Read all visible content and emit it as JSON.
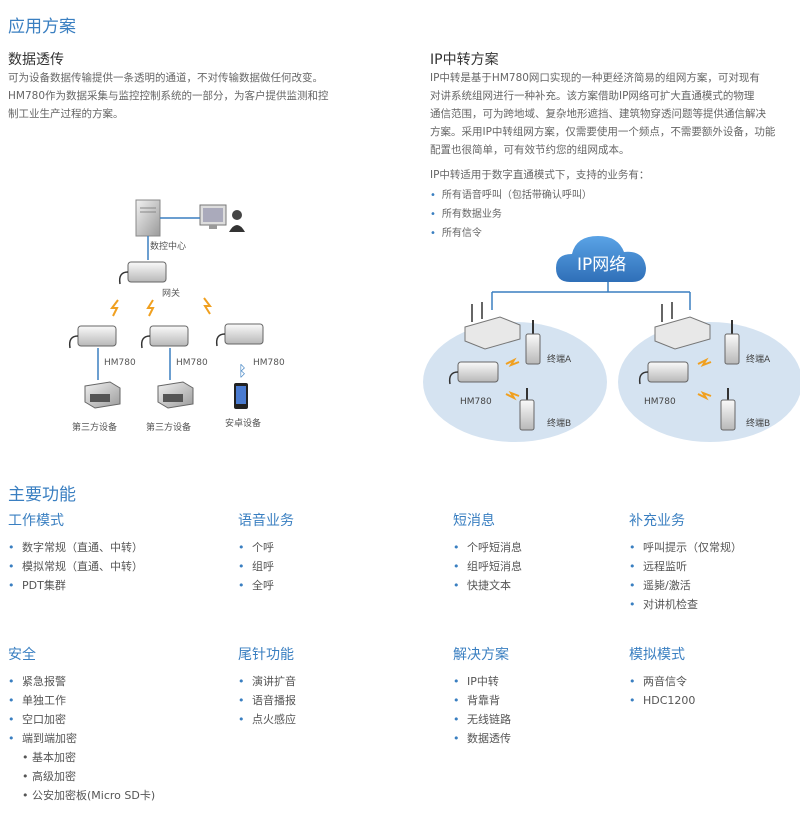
{
  "solution": {
    "title": "应用方案",
    "data_transfer": {
      "title": "数据透传",
      "lines": [
        "可为设备数据传输提供一条透明的通道，不对传输数据做任何改变。",
        "HM780作为数据采集与监控控制系统的一部分，为客户提供监测和控",
        "制工业生产过程的方案。"
      ]
    },
    "ip_relay": {
      "title": "IP中转方案",
      "lines": [
        "IP中转是基于HM780网口实现的一种更经济简易的组网方案，可对现有",
        "对讲系统组网进行一种补充。该方案借助IP网络可扩大直通模式的物理",
        "通信范围，可为跨地域、复杂地形遮挡、建筑物穿透问题等提供通信解决",
        "方案。采用IP中转组网方案，仅需要使用一个频点，不需要额外设备，功能",
        "配置也很简单，可有效节约您的组网成本。"
      ],
      "support_intro": "IP中转适用于数字直通模式下，支持的业务有：",
      "support_items": [
        "所有语音呼叫（包括带确认呼叫）",
        "所有数据业务",
        "所有信令"
      ]
    },
    "diagram_left": {
      "control_center": "数控中心",
      "gateway": "网关",
      "device_a": "HM780",
      "device_b": "HM780",
      "device_c": "HM780",
      "third_party_1": "第三方设备",
      "third_party_2": "第三方设备",
      "android": "安卓设备"
    },
    "diagram_right": {
      "cloud": "IP网络",
      "left_hm": "HM780",
      "left_term_a": "终端A",
      "left_term_b": "终端B",
      "right_hm": "HM780",
      "right_term_a": "终端A",
      "right_term_b": "终端B"
    }
  },
  "features": {
    "title": "主要功能",
    "groups": [
      {
        "title": "工作模式",
        "items": [
          "数字常规（直通、中转）",
          "模拟常规（直通、中转）",
          "PDT集群"
        ]
      },
      {
        "title": "语音业务",
        "items": [
          "个呼",
          "组呼",
          "全呼"
        ]
      },
      {
        "title": "短消息",
        "items": [
          "个呼短消息",
          "组呼短消息",
          "快捷文本"
        ]
      },
      {
        "title": "补充业务",
        "items": [
          "呼叫提示（仅常规）",
          "远程监听",
          "遥毙/激活",
          "对讲机检查"
        ]
      },
      {
        "title": "安全",
        "items": [
          "紧急报警",
          "单独工作",
          "空口加密",
          "端到端加密"
        ],
        "sub_items": [
          "基本加密",
          "高级加密",
          "公安加密板(Micro SD卡)"
        ]
      },
      {
        "title": "尾针功能",
        "items": [
          "演讲扩音",
          "语音播报",
          "点火感应"
        ]
      },
      {
        "title": "解决方案",
        "items": [
          "IP中转",
          "背靠背",
          "无线链路",
          "数据透传"
        ]
      },
      {
        "title": "模拟模式",
        "items": [
          "两音信令",
          "HDC1200"
        ]
      }
    ]
  },
  "colors": {
    "accent": "#3a7fc1",
    "ellipse": "#d5e3f1",
    "signal": "#f0a020"
  }
}
